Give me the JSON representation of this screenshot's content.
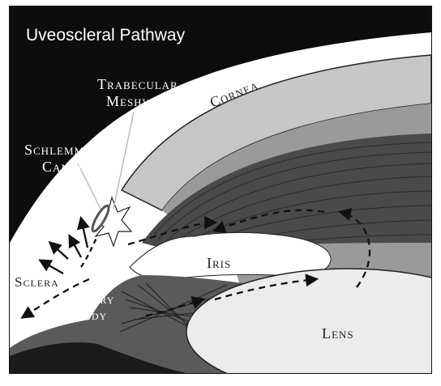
{
  "title": "Uveoscleral Pathway",
  "labels": {
    "trabecular_meshwork_line1": "Trabecular",
    "trabecular_meshwork_line2": "Meshwork",
    "cornea": "Cornea",
    "schlemms_canal_line1": "Schlemm's",
    "schlemms_canal_line2": "Canal",
    "iris": "Iris",
    "sclera": "Sclera",
    "ciliary_body_line1": "Ciliary",
    "ciliary_body_line2": "Body",
    "lens": "Lens"
  },
  "colors": {
    "background": "#0d0d0d",
    "sclera": "#ffffff",
    "cornea_band": "#c4c4c4",
    "anterior_chamber": "#9a9a9a",
    "iris_band": "#4a4a4a",
    "ciliary_body": "#5a5a5a",
    "lens": "#ececec",
    "flow_arrow": "#111111",
    "title_text": "#ffffff"
  }
}
